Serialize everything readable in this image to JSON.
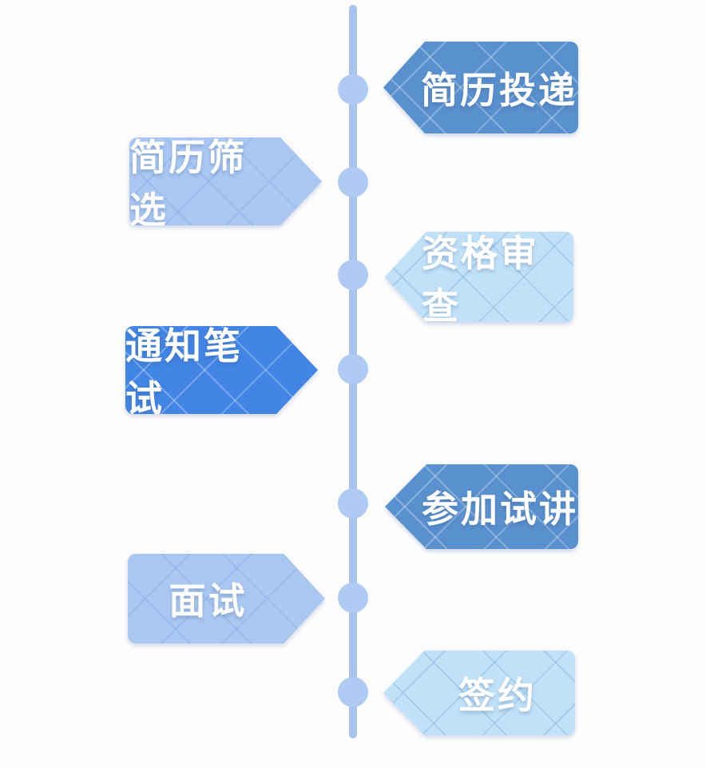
{
  "background_color": "#FDFDFE",
  "label_text_color": "#FFFFFF",
  "timeline": {
    "line_color": "#A9C4EC",
    "dot_color": "#AFCAF3",
    "dot_count": 7
  },
  "steps": [
    {
      "label": "简历投递",
      "side": "right",
      "color": "#5990CE"
    },
    {
      "label": "简历筛选",
      "side": "left",
      "color": "#AAC7F2"
    },
    {
      "label": "资格审查",
      "side": "right",
      "color": "#C1E1F8"
    },
    {
      "label": "通知笔试",
      "side": "left",
      "color": "#4285E4"
    },
    {
      "label": "参加试讲",
      "side": "right",
      "color": "#5990CE"
    },
    {
      "label": "面试",
      "side": "left",
      "color": "#AAC7F2"
    },
    {
      "label": "签约",
      "side": "right",
      "color": "#C1E1F8"
    }
  ]
}
